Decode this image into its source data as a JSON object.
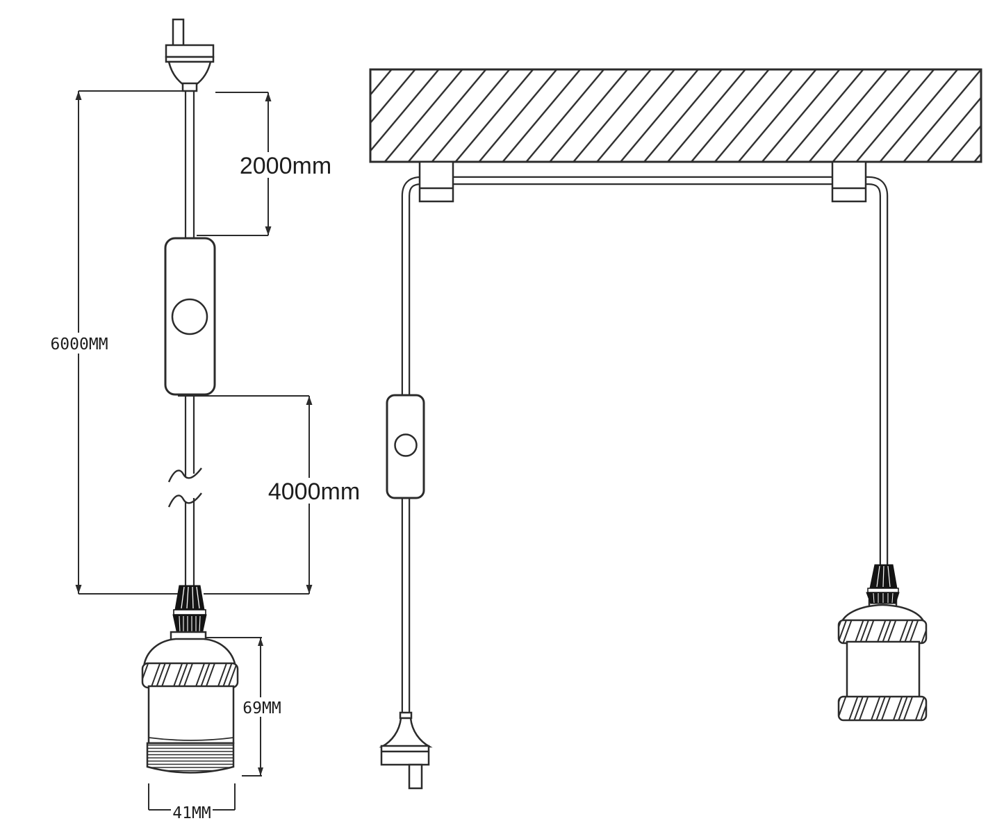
{
  "diagram": {
    "subject": "pendant-light-cord-technical-drawing",
    "colors": {
      "background": "#ffffff",
      "line": "#2b2b2b",
      "dark_fill": "#141414",
      "text": "#1d1d1d"
    },
    "left_view": {
      "name": "dimension-view",
      "dimensions": {
        "total_length": "6000MM",
        "plug_to_switch": "2000mm",
        "switch_to_socket": "4000mm",
        "socket_height": "69MM",
        "socket_diameter": "41MM"
      }
    },
    "right_view": {
      "name": "installation-view"
    }
  }
}
